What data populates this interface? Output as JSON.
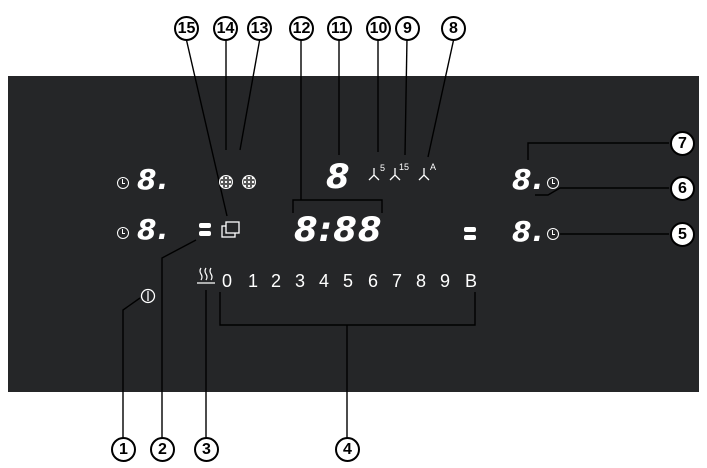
{
  "callouts": {
    "c1": "1",
    "c2": "2",
    "c3": "3",
    "c4": "4",
    "c5": "5",
    "c6": "6",
    "c7": "7",
    "c8": "8",
    "c9": "9",
    "c10": "10",
    "c11": "11",
    "c12": "12",
    "c13": "13",
    "c14": "14",
    "c15": "15"
  },
  "panel": {
    "digit_left_top": "8.",
    "digit_left_bottom": "8.",
    "digit_right_top": "8.",
    "digit_right_bottom": "8.",
    "fan_digit": "8",
    "timer_display": "8:88",
    "fan_levels": [
      {
        "label": "5"
      },
      {
        "label": "15"
      },
      {
        "label": "A"
      }
    ],
    "power_scale": [
      "0",
      "1",
      "2",
      "3",
      "4",
      "5",
      "6",
      "7",
      "8",
      "9",
      "B"
    ]
  },
  "colors": {
    "panel": "#252628",
    "symbols": "#ffffff",
    "callout_border": "#000000"
  }
}
